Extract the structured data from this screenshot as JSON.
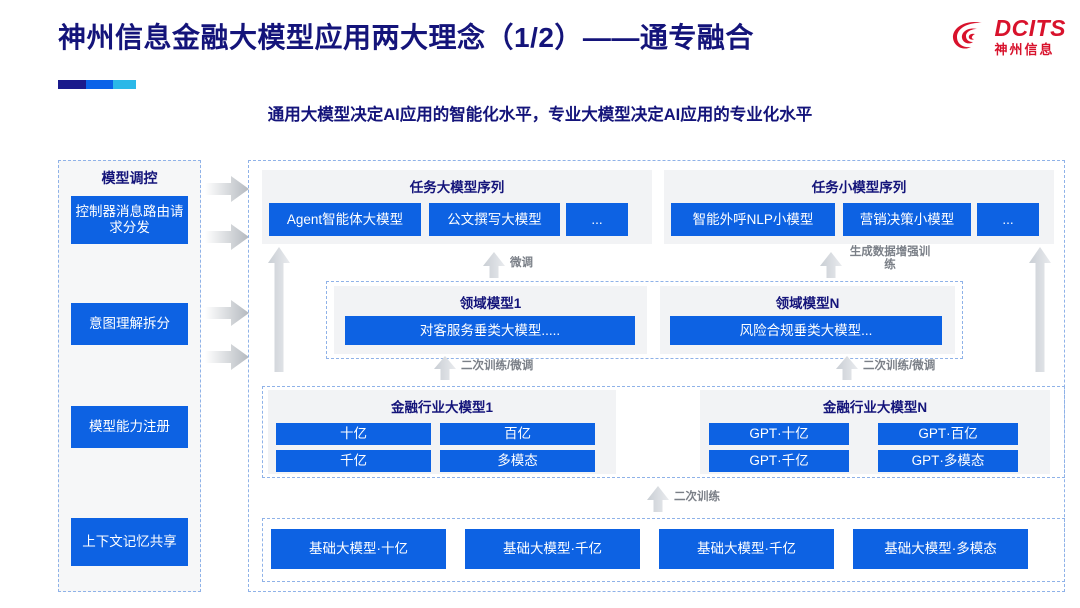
{
  "header": {
    "title": "神州信息金融大模型应用两大理念（1/2）——通专融合",
    "subtitle": "通用大模型决定AI应用的智能化水平，专业大模型决定AI应用的专业化水平",
    "logo_en": "DCITS",
    "logo_cn": "神州信息",
    "logo_color": "#d8122c",
    "accent_colors": [
      "#1a1a8c",
      "#0a62e8",
      "#2bb8e8"
    ]
  },
  "sidebar": {
    "title": "模型调控",
    "items": [
      {
        "label": "控制器消息路由请求分发"
      },
      {
        "label": "意图理解拆分"
      },
      {
        "label": "模型能力注册"
      },
      {
        "label": "上下文记忆共享"
      }
    ]
  },
  "task_large": {
    "title": "任务大模型序列",
    "items": [
      "Agent智能体大模型",
      "公文撰写大模型",
      "..."
    ]
  },
  "task_small": {
    "title": "任务小模型序列",
    "items": [
      "智能外呼NLP小模型",
      "营销决策小模型",
      "..."
    ]
  },
  "domain_models": [
    {
      "title": "领域模型1",
      "item": "对客服务垂类大模型....."
    },
    {
      "title": "领域模型N",
      "item": "风险合规垂类大模型..."
    }
  ],
  "industry_models": [
    {
      "title": "金融行业大模型1",
      "items": [
        "十亿",
        "百亿",
        "千亿",
        "多模态"
      ]
    },
    {
      "title": "金融行业大模型N",
      "items": [
        "GPT·十亿",
        "GPT·百亿",
        "GPT·千亿",
        "GPT·多模态"
      ]
    }
  ],
  "foundation_models": [
    "基础大模型·十亿",
    "基础大模型·千亿",
    "基础大模型·千亿",
    "基础大模型·多模态"
  ],
  "flow_labels": {
    "finetune": "微调",
    "gen_data_aug": "生成数据增强训练",
    "retrain_finetune_left": "二次训练/微调",
    "retrain_finetune_right": "二次训练/微调",
    "retrain": "二次训练"
  }
}
